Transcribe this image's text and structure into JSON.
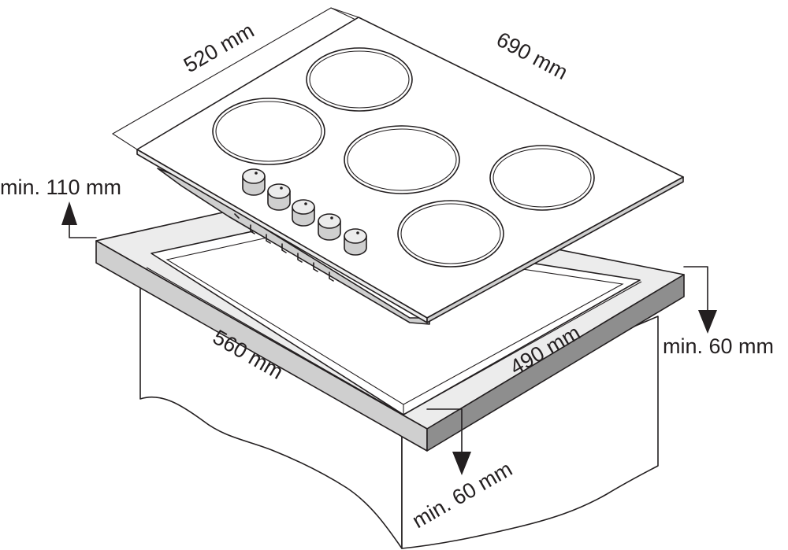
{
  "dimensions": {
    "hob_depth": "520 mm",
    "hob_width": "690 mm",
    "cutout_width": "560 mm",
    "cutout_depth": "490 mm",
    "clearance_top": "min. 110 mm",
    "clearance_right": "min. 60 mm",
    "clearance_front": "min. 60 mm"
  },
  "counts": {
    "burners": 5,
    "knobs": 5
  }
}
